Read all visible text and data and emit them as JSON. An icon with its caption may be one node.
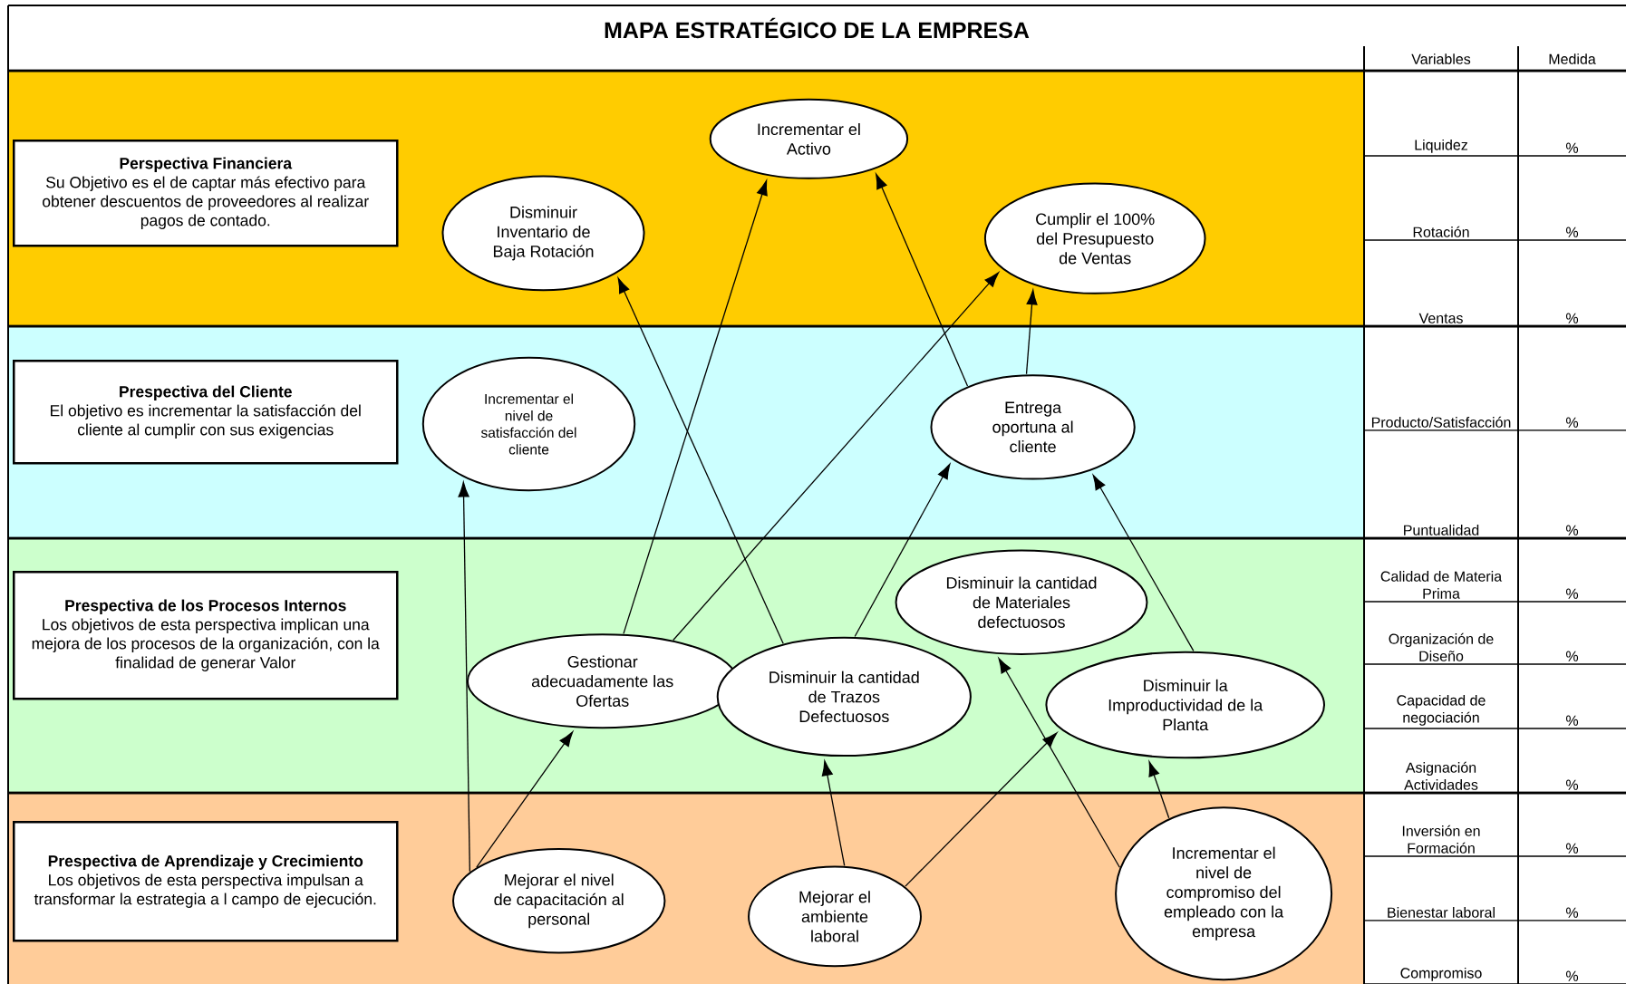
{
  "diagram": {
    "title": "MAPA ESTRATÉGICO DE LA EMPRESA",
    "nodes": [
      {
        "text": [
          "Perspectiva Financiera",
          "Su Objetivo es el de captar más efectivo para obtener descuentos de proveedores al realizar pagos de contado."
        ]
      },
      {
        "text": [
          "Prespectiva del Cliente",
          "El objetivo es incrementar la satisfacción del cliente al cumplir con sus exigencias"
        ]
      },
      {
        "text": [
          "Prespectiva de los Procesos Internos",
          "Los objetivos de esta perspectiva implican una mejora de los procesos de la organización, con la finalidad de generar Valor"
        ]
      },
      {
        "text": [
          "Prespectiva de Aprendizaje y Crecimiento",
          "Los objetivos de esta perspectiva impulsan a transformar la estrategia a l campo de ejecución."
        ]
      },
      {
        "text": [
          "Incrementar el Activo"
        ]
      },
      {
        "text": [
          "Disminuir Inventario de Baja Rotación"
        ]
      },
      {
        "text": [
          "Cumplir el 100% del Presupuesto de Ventas"
        ]
      },
      {
        "text": [
          "Incrementar el nivel de satisfacción del cliente"
        ]
      },
      {
        "text": [
          "Entrega oportuna al cliente"
        ]
      },
      {
        "text": [
          "Disminuir la cantidad de Materiales defectuosos"
        ]
      },
      {
        "text": [
          "Gestionar adecuadamente las Ofertas"
        ]
      },
      {
        "text": [
          "Disminuir la cantidad de Trazos Defectuosos"
        ]
      },
      {
        "text": [
          "Disminuir la Improductividad de la Planta"
        ]
      },
      {
        "text": [
          "Mejorar el nivel de capacitación al personal"
        ]
      },
      {
        "text": [
          "Mejorar el ambiente laboral"
        ]
      },
      {
        "text": [
          "Incrementar el nivel de compromiso del empleado con la empresa"
        ]
      }
    ],
    "edges": [
      {
        "from": 13,
        "to": 7,
        "arrow": "to"
      },
      {
        "from": 13,
        "to": 10,
        "arrow": "to"
      },
      {
        "from": 10,
        "to": 4,
        "arrow": "to"
      },
      {
        "from": 10,
        "to": 6,
        "arrow": "to"
      },
      {
        "from": 11,
        "to": 5,
        "arrow": "to"
      },
      {
        "from": 11,
        "to": 8,
        "arrow": "to"
      },
      {
        "from": 8,
        "to": 4,
        "arrow": "to"
      },
      {
        "from": 8,
        "to": 6,
        "arrow": "to"
      },
      {
        "from": 12,
        "to": 8,
        "arrow": "to"
      },
      {
        "from": 14,
        "to": 11,
        "arrow": "to"
      },
      {
        "from": 14,
        "to": 12,
        "arrow": "to"
      },
      {
        "from": 15,
        "to": 9,
        "arrow": "to"
      },
      {
        "from": 15,
        "to": 12,
        "arrow": "to"
      }
    ],
    "labels": [
      "Variables",
      "Medida",
      "Liquidez",
      "%",
      "Rotación",
      "%",
      "Ventas",
      "%",
      "Producto/Satisfacción",
      "%",
      "Puntualidad",
      "%",
      "Calidad de Materia Prima",
      "%",
      "Organización de Diseño",
      "%",
      "Capacidad de negociación",
      "%",
      "Asignación Actividades",
      "%",
      "Inversión en Formación",
      "%",
      "Bienestar laboral",
      "%",
      "Compromiso",
      "%"
    ]
  }
}
